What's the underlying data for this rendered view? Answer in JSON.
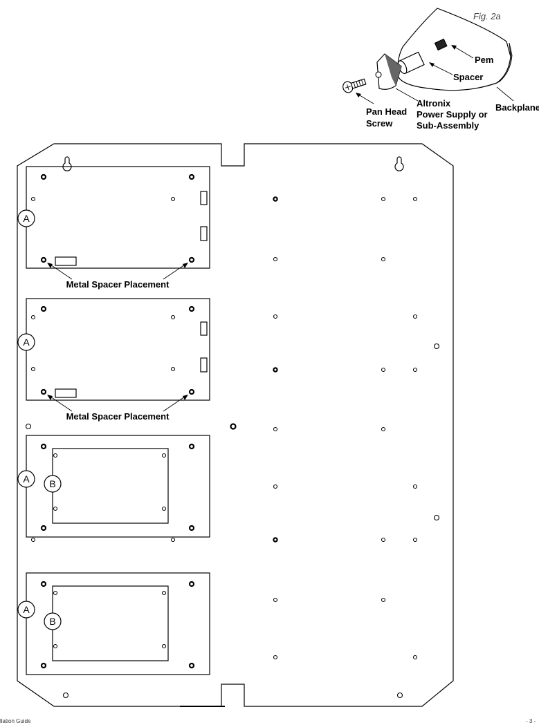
{
  "figure": {
    "label": "Fig. 2a",
    "parts": {
      "pem": "Pem",
      "spacer": "Spacer",
      "altronix_line1": "Altronix",
      "altronix_line2": "Power Supply or",
      "altronix_line3": "Sub-Assembly",
      "backplane": "Backplane",
      "pan_head_line1": "Pan Head",
      "pan_head_line2": "Screw"
    }
  },
  "board": {
    "spacer_label": "Metal Spacer Placement",
    "callouts": {
      "a": "A",
      "b": "B"
    }
  },
  "footer": {
    "left": "llation Guide",
    "right": "- 3 -"
  }
}
